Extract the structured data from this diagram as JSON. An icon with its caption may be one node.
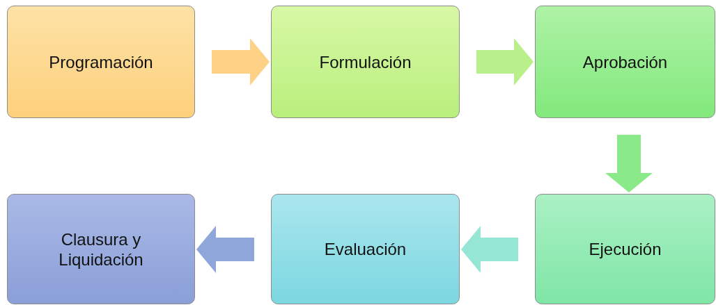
{
  "diagram": {
    "nodes": [
      {
        "text": [
          "Programación"
        ]
      },
      {
        "text": [
          "Formulación"
        ]
      },
      {
        "text": [
          "Aprobación"
        ]
      },
      {
        "text": [
          "Ejecución"
        ]
      },
      {
        "text": [
          "Evaluación"
        ]
      },
      {
        "text": [
          "Clausura y Liquidación"
        ]
      }
    ],
    "edges": [
      {
        "from": 0,
        "to": 1,
        "arrow": "to",
        "color": "#fdd286"
      },
      {
        "from": 1,
        "to": 2,
        "arrow": "to",
        "color": "#b9f08c"
      },
      {
        "from": 2,
        "to": 3,
        "arrow": "to",
        "color": "#8aea8a"
      },
      {
        "from": 3,
        "to": 4,
        "arrow": "to",
        "color": "#96e6d6"
      },
      {
        "from": 4,
        "to": 5,
        "arrow": "to",
        "color": "#8fa6da"
      }
    ]
  }
}
